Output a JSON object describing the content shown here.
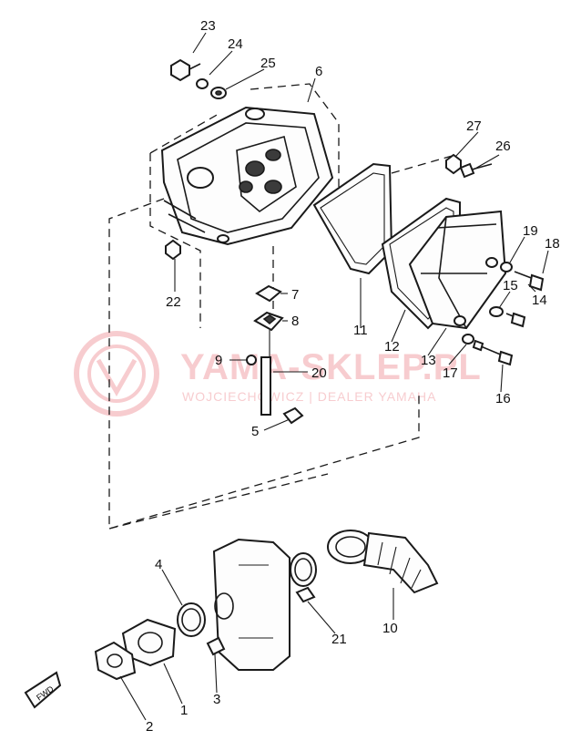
{
  "callouts": {
    "c1": "1",
    "c2": "2",
    "c3": "3",
    "c4": "4",
    "c5": "5",
    "c6": "6",
    "c7": "7",
    "c8": "8",
    "c9": "9",
    "c10": "10",
    "c11": "11",
    "c12": "12",
    "c13": "13",
    "c14": "14",
    "c15": "15",
    "c16": "16",
    "c17": "17",
    "c18": "18",
    "c19": "19",
    "c20": "20",
    "c21": "21",
    "c22": "22",
    "c23": "23",
    "c24": "24",
    "c25": "25",
    "c26": "26",
    "c27": "27"
  },
  "watermark": {
    "title": "YAMA-SKLEP.PL",
    "subtitle": "WOJCIECHOWICZ | DEALER YAMAHA",
    "color": "#f2a3a8"
  },
  "fwd_label": "FWD"
}
